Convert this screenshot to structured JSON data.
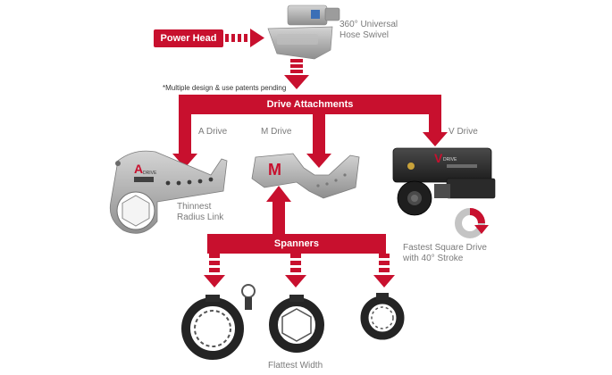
{
  "colors": {
    "accent": "#c8102e",
    "metal": "#a9a9a9",
    "dark": "#2b2b2b",
    "text": "#7a7a7a"
  },
  "power_head": {
    "label": "Power Head"
  },
  "swivel": {
    "label_line1": "360° Universal",
    "label_line2": "Hose Swivel"
  },
  "patent_note": "*Multiple design & use patents pending",
  "drive_attachments": {
    "title": "Drive Attachments",
    "a_drive": "A Drive",
    "m_drive": "M Drive",
    "v_drive": "V Drive",
    "a_drive_feature_line1": "Thinnest",
    "a_drive_feature_line2": "Radius Link",
    "v_drive_feature_line1": "Fastest Square Drive",
    "v_drive_feature_line2": "with 40° Stroke",
    "a_logo": "A",
    "a_logo_sub": "DRIVE",
    "m_logo": "M",
    "v_logo": "V",
    "v_logo_sub": "DRIVE"
  },
  "spanners": {
    "title": "Spanners",
    "feature": "Flattest Width"
  },
  "icons": [
    "dotted-arrow-icon",
    "down-arrow-icon",
    "up-arrow-icon",
    "rotation-icon",
    "hex-socket-icon"
  ]
}
